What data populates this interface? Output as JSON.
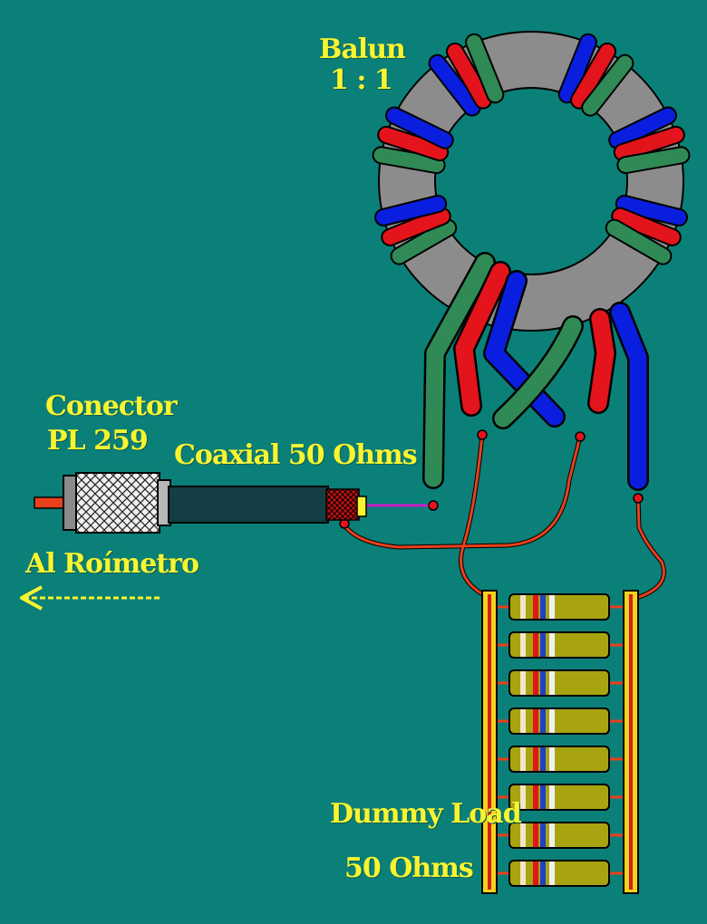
{
  "labels": {
    "balun_title": "Balun",
    "balun_ratio": "1 : 1",
    "connector_title": "Conector",
    "connector_model": "PL 259",
    "coax": "Coaxial 50 Ohms",
    "to_meter": "Al Roímetro",
    "load_title": "Dummy Load",
    "load_value": "50 Ohms"
  },
  "colors": {
    "background": "#0b8078",
    "label": "#f8f430",
    "toroid": "#8c8c8c",
    "winding_red": "#e3141c",
    "winding_blue": "#0a1ee0",
    "winding_green": "#2f8a56",
    "wire": "#e8401c",
    "coax_jacket": "#123e44",
    "resistor_body": "#a8a410",
    "bus_bar": "#f4d21c"
  },
  "icons": {
    "toroid": "toroid-core-icon",
    "connector": "pl259-connector-icon",
    "arrow": "dashed-left-arrow-icon"
  },
  "resistor_count": 8
}
